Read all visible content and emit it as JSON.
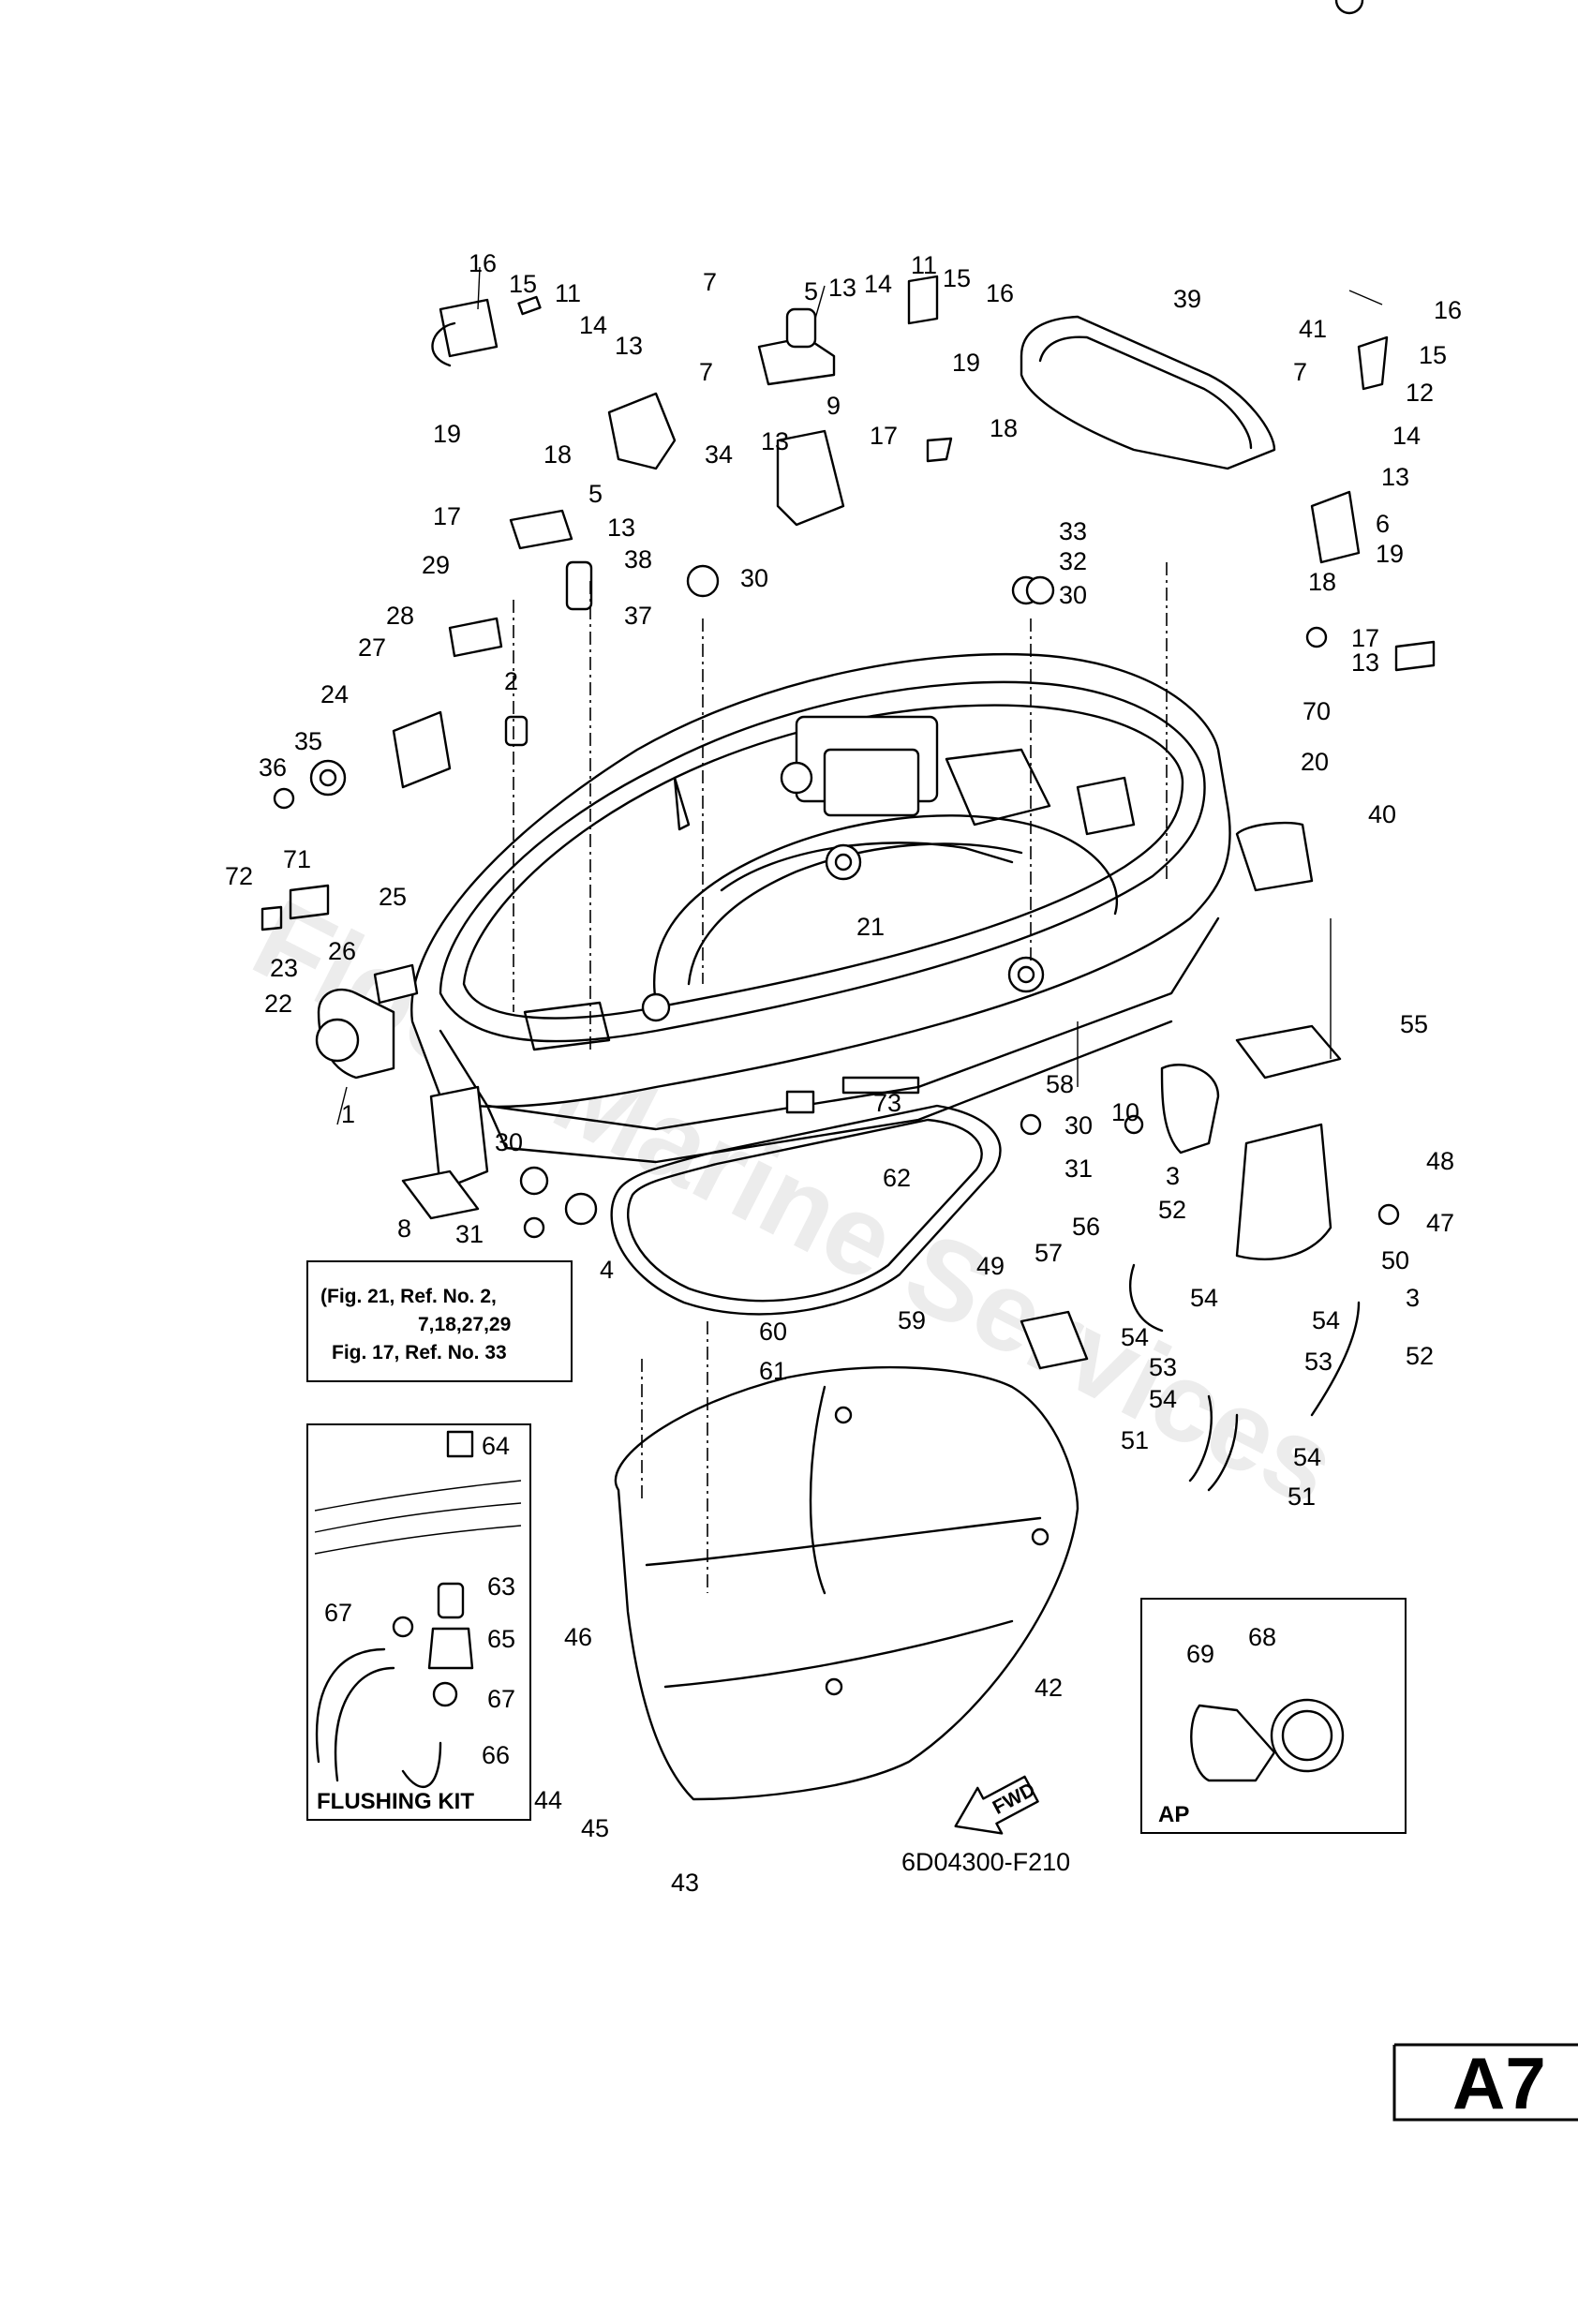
{
  "watermark": "Flood Marine Services",
  "drawing_code": "6D04300-F210",
  "page_id": "A7",
  "fwd_label": "FWD",
  "note_box": {
    "lines": [
      "(Fig. 21, Ref. No. 2,",
      "7,18,27,29",
      "Fig. 17, Ref. No. 33"
    ]
  },
  "flushing_kit": {
    "title": "FLUSHING KIT"
  },
  "ap_inset": {
    "label": "AP"
  },
  "callouts": {
    "c16a": "16",
    "c15a": "15",
    "c11a": "11",
    "c14a": "14",
    "c13a": "13",
    "c7a": "7",
    "c19a": "19",
    "c18a": "18",
    "c5a": "5",
    "c13b": "13",
    "c17a": "17",
    "c38": "38",
    "c29": "29",
    "c28": "28",
    "c37": "37",
    "c27": "27",
    "c2": "2",
    "c24": "24",
    "c35": "35",
    "c36": "36",
    "c71": "71",
    "c72": "72",
    "c25": "25",
    "c26": "26",
    "c23": "23",
    "c22": "22",
    "c1": "1",
    "c34": "34",
    "c30a": "30",
    "c7b": "7",
    "c5b": "5",
    "c13c": "13",
    "c14b": "14",
    "c11b": "11",
    "c15b": "15",
    "c16b": "16",
    "c19b": "19",
    "c9": "9",
    "c13d": "13",
    "c17b": "17",
    "c18b": "18",
    "c33": "33",
    "c32": "32",
    "c30b": "30",
    "c39": "39",
    "c41": "41",
    "c16c": "16",
    "c15c": "15",
    "c7c": "7",
    "c12": "12",
    "c14c": "14",
    "c13e": "13",
    "c6": "6",
    "c19c": "19",
    "c18c": "18",
    "c17c": "17",
    "c13f": "13",
    "c70": "70",
    "c20": "20",
    "c40": "40",
    "c21": "21",
    "c55": "55",
    "c58": "58",
    "c30c": "30",
    "c10": "10",
    "c31a": "31",
    "c48": "48",
    "c73": "73",
    "c62": "62",
    "c30d": "30",
    "c8": "8",
    "c31b": "31",
    "c4": "4",
    "c3a": "3",
    "c47": "47",
    "c52a": "52",
    "c56": "56",
    "c50": "50",
    "c49": "49",
    "c57": "57",
    "c54a": "54",
    "c3b": "3",
    "c54b": "54",
    "c54c": "54",
    "c53a": "53",
    "c53b": "53",
    "c52b": "52",
    "c54d": "54",
    "c51a": "51",
    "c54e": "54",
    "c51b": "51",
    "c59": "59",
    "c60": "60",
    "c61": "61",
    "c64": "64",
    "c63": "63",
    "c67a": "67",
    "c65": "65",
    "c67b": "67",
    "c66": "66",
    "c46": "46",
    "c42": "42",
    "c44": "44",
    "c45": "45",
    "c43": "43",
    "c69": "69",
    "c68": "68"
  }
}
